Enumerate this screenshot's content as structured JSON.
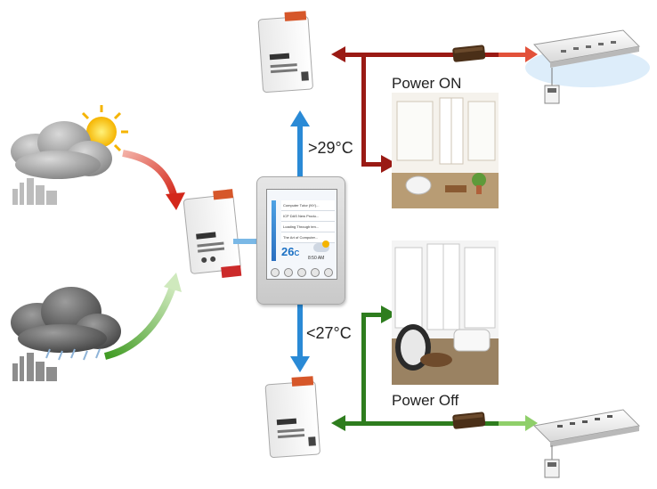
{
  "labels": {
    "temp_high": ">29°C",
    "temp_low": "<27°C",
    "power_on": "Power ON",
    "power_off": "Power Off"
  },
  "panel": {
    "menu_items": [
      "Computer Tutor (NY)...",
      "ICP DAS New Produ...",
      "Loading Through ten...",
      "The Art of Computer..."
    ],
    "temperature": "26",
    "unit": "C",
    "time": "8:50 AM"
  },
  "colors": {
    "on_path": "#9a1a14",
    "off_path": "#2e7d1e",
    "arrow_blue": "#2a8ad6",
    "sun_arrow": "#d63a2a",
    "rain_arrow": "#5bb13a"
  },
  "icons": [
    "sun-cloud-icon",
    "rain-cloud-icon",
    "factory-icon",
    "io-module-icon",
    "touch-panel-icon",
    "relay-icon",
    "air-conditioner-icon",
    "thermostat-icon"
  ]
}
